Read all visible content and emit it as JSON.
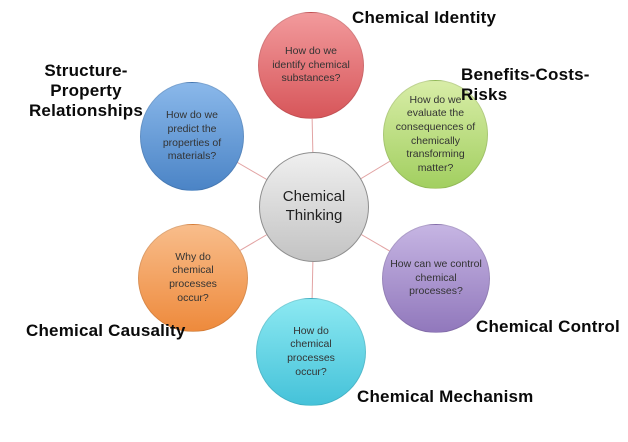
{
  "diagram": {
    "type": "radial-concept-map",
    "background_color": "#ffffff",
    "connector_color": "#e2a3a3",
    "center": {
      "label": "Chemical Thinking",
      "color_top": "#efefef",
      "color_bottom": "#c3c3c3",
      "border_color": "#8f8f8f"
    },
    "nodes": [
      {
        "id": "chemical-identity",
        "label": "Chemical Identity",
        "question": "How do we identify chemical substances?",
        "color_top": "#f29a9c",
        "color_bottom": "#d7565a"
      },
      {
        "id": "benefits-costs-risks",
        "label": "Benefits-Costs-Risks",
        "question": "How do we evaluate the consequences of chemically transforming matter?",
        "color_top": "#d8eda7",
        "color_bottom": "#a2cf60"
      },
      {
        "id": "chemical-control",
        "label": "Chemical Control",
        "question": "How can we control chemical processes?",
        "color_top": "#c6b5e3",
        "color_bottom": "#9178bc"
      },
      {
        "id": "chemical-mechanism",
        "label": "Chemical Mechanism",
        "question": "How do chemical processes occur?",
        "color_top": "#8ce9f2",
        "color_bottom": "#45c2d9"
      },
      {
        "id": "chemical-causality",
        "label": "Chemical Causality",
        "question": "Why do chemical processes occur?",
        "color_top": "#f8bd8b",
        "color_bottom": "#ee8a3c"
      },
      {
        "id": "structure-property-relationships",
        "label": "Structure-Property\nRelationships",
        "question": "How do we predict the properties of materials?",
        "color_top": "#8ab8ea",
        "color_bottom": "#4b84c6"
      }
    ]
  }
}
